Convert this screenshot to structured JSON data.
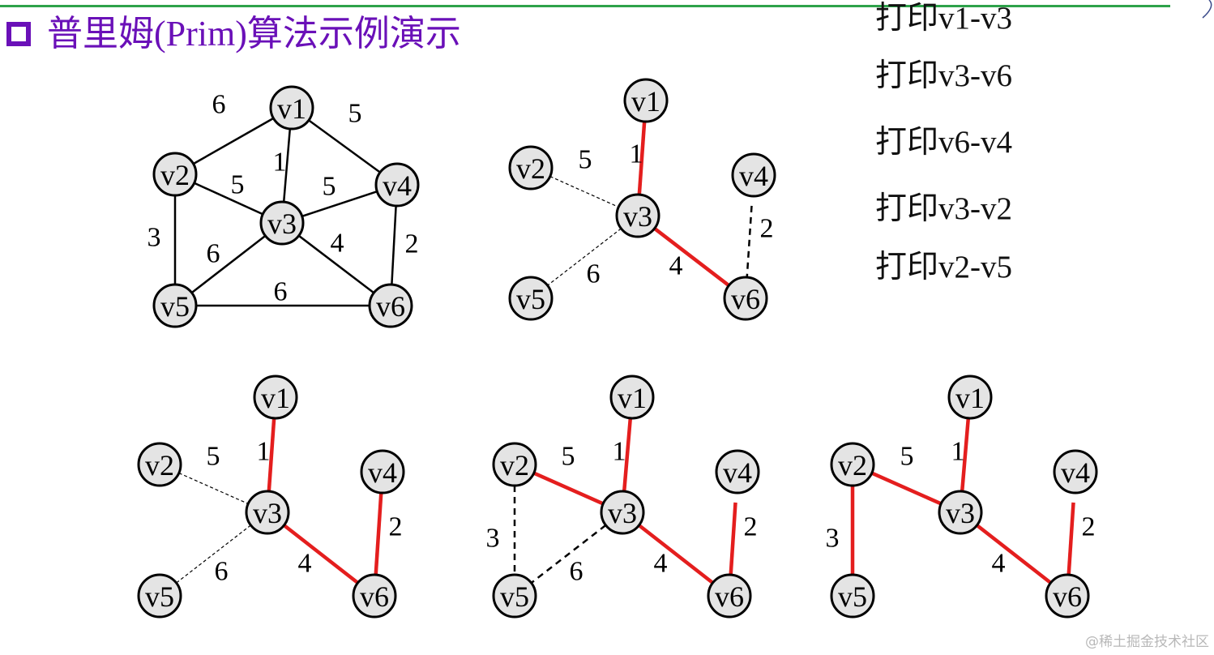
{
  "title": "普里姆(Prim)算法示例演示",
  "print_log": [
    "打印v1-v3",
    "打印v3-v6",
    "打印v6-v4",
    "打印v3-v2",
    "打印v2-v5"
  ],
  "watermark": "@稀土掘金技术社区",
  "colors": {
    "title": "#6a10b8",
    "rule": "#2ea24a",
    "selected_edge": "#e41e1e",
    "node_fill": "#e4e4e4"
  },
  "graphs": [
    {
      "id": "original",
      "nodes": [
        "v1",
        "v2",
        "v3",
        "v4",
        "v5",
        "v6"
      ],
      "edges": [
        {
          "from": "v1",
          "to": "v2",
          "weight": "6",
          "style": "plain"
        },
        {
          "from": "v1",
          "to": "v4",
          "weight": "5",
          "style": "plain"
        },
        {
          "from": "v1",
          "to": "v3",
          "weight": "1",
          "style": "plain"
        },
        {
          "from": "v2",
          "to": "v3",
          "weight": "5",
          "style": "plain"
        },
        {
          "from": "v3",
          "to": "v4",
          "weight": "5",
          "style": "plain"
        },
        {
          "from": "v2",
          "to": "v5",
          "weight": "3",
          "style": "plain"
        },
        {
          "from": "v3",
          "to": "v5",
          "weight": "6",
          "style": "plain"
        },
        {
          "from": "v3",
          "to": "v6",
          "weight": "4",
          "style": "plain"
        },
        {
          "from": "v4",
          "to": "v6",
          "weight": "2",
          "style": "plain"
        },
        {
          "from": "v5",
          "to": "v6",
          "weight": "6",
          "style": "plain"
        }
      ]
    },
    {
      "id": "step-2",
      "nodes": [
        "v1",
        "v2",
        "v3",
        "v4",
        "v5",
        "v6"
      ],
      "edges": [
        {
          "from": "v1",
          "to": "v3",
          "weight": "1",
          "style": "selected"
        },
        {
          "from": "v2",
          "to": "v3",
          "weight": "5",
          "style": "candidate"
        },
        {
          "from": "v3",
          "to": "v5",
          "weight": "6",
          "style": "candidate"
        },
        {
          "from": "v3",
          "to": "v6",
          "weight": "4",
          "style": "selected"
        },
        {
          "from": "v4",
          "to": "v6",
          "weight": "2",
          "style": "candidate-bold"
        }
      ]
    },
    {
      "id": "step-3",
      "nodes": [
        "v1",
        "v2",
        "v3",
        "v4",
        "v5",
        "v6"
      ],
      "edges": [
        {
          "from": "v1",
          "to": "v3",
          "weight": "1",
          "style": "selected"
        },
        {
          "from": "v2",
          "to": "v3",
          "weight": "5",
          "style": "candidate"
        },
        {
          "from": "v3",
          "to": "v5",
          "weight": "6",
          "style": "candidate"
        },
        {
          "from": "v3",
          "to": "v6",
          "weight": "4",
          "style": "selected"
        },
        {
          "from": "v4",
          "to": "v6",
          "weight": "2",
          "style": "selected"
        }
      ]
    },
    {
      "id": "step-4",
      "nodes": [
        "v1",
        "v2",
        "v3",
        "v4",
        "v5",
        "v6"
      ],
      "edges": [
        {
          "from": "v1",
          "to": "v3",
          "weight": "1",
          "style": "selected"
        },
        {
          "from": "v2",
          "to": "v3",
          "weight": "5",
          "style": "selected"
        },
        {
          "from": "v2",
          "to": "v5",
          "weight": "3",
          "style": "candidate-bold"
        },
        {
          "from": "v3",
          "to": "v5",
          "weight": "6",
          "style": "candidate-bold"
        },
        {
          "from": "v3",
          "to": "v6",
          "weight": "4",
          "style": "selected"
        },
        {
          "from": "v4",
          "to": "v6",
          "weight": "2",
          "style": "selected"
        }
      ]
    },
    {
      "id": "step-5",
      "nodes": [
        "v1",
        "v2",
        "v3",
        "v4",
        "v5",
        "v6"
      ],
      "edges": [
        {
          "from": "v1",
          "to": "v3",
          "weight": "1",
          "style": "selected"
        },
        {
          "from": "v2",
          "to": "v3",
          "weight": "5",
          "style": "selected"
        },
        {
          "from": "v2",
          "to": "v5",
          "weight": "3",
          "style": "selected"
        },
        {
          "from": "v3",
          "to": "v6",
          "weight": "4",
          "style": "selected"
        },
        {
          "from": "v4",
          "to": "v6",
          "weight": "2",
          "style": "selected"
        }
      ]
    }
  ]
}
